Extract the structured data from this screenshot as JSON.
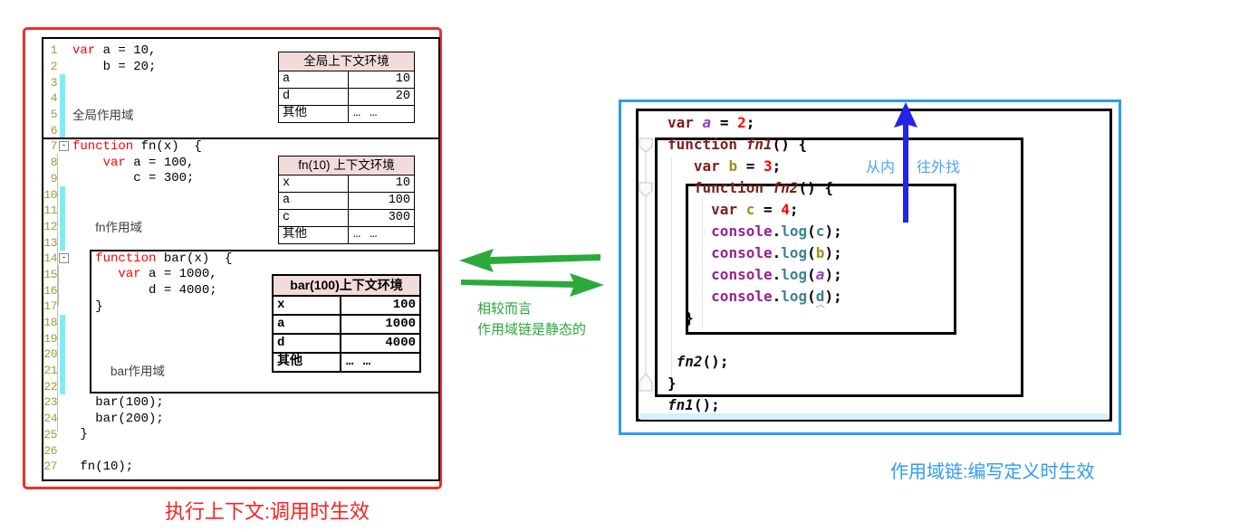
{
  "left": {
    "caption": "执行上下文:调用时生效",
    "editor": {
      "lines": [
        {
          "n": "1",
          "segs": [
            [
              "kw",
              "var"
            ],
            [
              "c",
              " a = 10,"
            ]
          ]
        },
        {
          "n": "2",
          "segs": [
            [
              "c",
              "    b = 20;"
            ]
          ]
        },
        {
          "n": "3",
          "mk": "cy",
          "segs": []
        },
        {
          "n": "4",
          "mk": "cy",
          "segs": []
        },
        {
          "n": "5",
          "mk": "cy",
          "segs": [
            [
              "lbl",
              "全局作用域"
            ]
          ]
        },
        {
          "n": "6",
          "mk": "cy",
          "segs": []
        },
        {
          "n": "7",
          "mk": "fold",
          "segs": [
            [
              "kw",
              "function"
            ],
            [
              "c",
              " fn(x)  {"
            ]
          ]
        },
        {
          "n": "8",
          "segs": [
            [
              "c",
              "    "
            ],
            [
              "kw",
              "var"
            ],
            [
              "c",
              " a = 100,"
            ]
          ]
        },
        {
          "n": "9",
          "segs": [
            [
              "c",
              "        c = 300;"
            ]
          ]
        },
        {
          "n": "10",
          "mk": "cy",
          "segs": []
        },
        {
          "n": "11",
          "mk": "cy",
          "segs": []
        },
        {
          "n": "12",
          "mk": "cy",
          "segs": [
            [
              "c",
              "   "
            ],
            [
              "lbl",
              "fn作用域"
            ]
          ]
        },
        {
          "n": "13",
          "mk": "cy",
          "segs": []
        },
        {
          "n": "14",
          "mk": "fold",
          "segs": [
            [
              "c",
              "   "
            ],
            [
              "kw",
              "function"
            ],
            [
              "c",
              " bar(x)  {"
            ]
          ]
        },
        {
          "n": "15",
          "segs": [
            [
              "c",
              "      "
            ],
            [
              "kw",
              "var"
            ],
            [
              "c",
              " a = 1000,"
            ]
          ]
        },
        {
          "n": "16",
          "segs": [
            [
              "c",
              "          d = 4000;"
            ]
          ]
        },
        {
          "n": "17",
          "segs": [
            [
              "c",
              "   }"
            ]
          ]
        },
        {
          "n": "18",
          "mk": "cy",
          "segs": []
        },
        {
          "n": "19",
          "mk": "cy",
          "segs": []
        },
        {
          "n": "20",
          "mk": "cy",
          "segs": []
        },
        {
          "n": "21",
          "mk": "cy",
          "segs": [
            [
              "c",
              "     "
            ],
            [
              "lbl",
              "bar作用域"
            ]
          ]
        },
        {
          "n": "22",
          "mk": "cy",
          "segs": []
        },
        {
          "n": "23",
          "segs": [
            [
              "c",
              "   bar(100);"
            ]
          ]
        },
        {
          "n": "24",
          "segs": [
            [
              "c",
              "   bar(200);"
            ]
          ]
        },
        {
          "n": "25",
          "segs": [
            [
              "c",
              " }"
            ]
          ]
        },
        {
          "n": "26",
          "segs": []
        },
        {
          "n": "27",
          "segs": [
            [
              "c",
              " fn(10);"
            ]
          ]
        }
      ]
    },
    "tables": [
      {
        "title": "全局上下文环境",
        "rows": [
          [
            "a",
            "10"
          ],
          [
            "d",
            "20"
          ],
          [
            "其他",
            "… …"
          ]
        ]
      },
      {
        "title": "fn(10) 上下文环境",
        "rows": [
          [
            "x",
            "10"
          ],
          [
            "a",
            "100"
          ],
          [
            "c",
            "300"
          ],
          [
            "其他",
            "… …"
          ]
        ]
      },
      {
        "title": "bar(100)上下文环境",
        "rows": [
          [
            "x",
            "100"
          ],
          [
            "a",
            "1000"
          ],
          [
            "d",
            "4000"
          ],
          [
            "其他",
            "… …"
          ]
        ]
      }
    ]
  },
  "middle": {
    "note_line1": "相较而言",
    "note_line2": "作用域链是静态的"
  },
  "right": {
    "caption": "作用域链:编写定义时生效",
    "arrow_label_inner": "从内",
    "arrow_label_outer": "往外找",
    "code": {
      "lines": [
        {
          "segs": [
            [
              "k",
              "var"
            ],
            [
              "p",
              " "
            ],
            [
              "va",
              "a"
            ],
            [
              "p",
              " = "
            ],
            [
              "n",
              "2"
            ],
            [
              "p",
              ";"
            ]
          ]
        },
        {
          "segs": [
            [
              "k",
              "function"
            ],
            [
              "p",
              " "
            ],
            [
              "f",
              "fn1"
            ],
            [
              "p",
              "() {"
            ]
          ]
        },
        {
          "segs": [
            [
              "p",
              "   "
            ],
            [
              "k",
              "var"
            ],
            [
              "p",
              " "
            ],
            [
              "vo",
              "b"
            ],
            [
              "p",
              " = "
            ],
            [
              "n",
              "3"
            ],
            [
              "p",
              ";"
            ]
          ]
        },
        {
          "segs": [
            [
              "p",
              "   "
            ],
            [
              "k",
              "function"
            ],
            [
              "p",
              " "
            ],
            [
              "f",
              "fn2"
            ],
            [
              "p",
              "() {"
            ]
          ]
        },
        {
          "segs": [
            [
              "p",
              "     "
            ],
            [
              "k",
              "var"
            ],
            [
              "p",
              " "
            ],
            [
              "vo",
              "c"
            ],
            [
              "p",
              " = "
            ],
            [
              "n",
              "4"
            ],
            [
              "p",
              ";"
            ]
          ]
        },
        {
          "segs": [
            [
              "p",
              "     "
            ],
            [
              "cs",
              "console"
            ],
            [
              "p",
              "."
            ],
            [
              "lg",
              "log"
            ],
            [
              "p",
              "("
            ],
            [
              "vt",
              "c"
            ],
            [
              "p",
              ");"
            ]
          ]
        },
        {
          "segs": [
            [
              "p",
              "     "
            ],
            [
              "cs",
              "console"
            ],
            [
              "p",
              "."
            ],
            [
              "lg",
              "log"
            ],
            [
              "p",
              "("
            ],
            [
              "vo",
              "b"
            ],
            [
              "p",
              ");"
            ]
          ]
        },
        {
          "segs": [
            [
              "p",
              "     "
            ],
            [
              "cs",
              "console"
            ],
            [
              "p",
              "."
            ],
            [
              "lg",
              "log"
            ],
            [
              "p",
              "("
            ],
            [
              "va",
              "a"
            ],
            [
              "p",
              ");"
            ]
          ]
        },
        {
          "segs": [
            [
              "p",
              "     "
            ],
            [
              "cs",
              "console"
            ],
            [
              "p",
              "."
            ],
            [
              "lg",
              "log"
            ],
            [
              "p",
              "("
            ],
            [
              "sq",
              "d"
            ],
            [
              "p",
              ");"
            ]
          ]
        },
        {
          "segs": [
            [
              "p",
              "  }"
            ]
          ]
        },
        {
          "segs": []
        },
        {
          "segs": [
            [
              "p",
              " "
            ],
            [
              "fc",
              "fn2"
            ],
            [
              "p",
              "();"
            ]
          ]
        },
        {
          "segs": [
            [
              "p",
              "}"
            ]
          ]
        },
        {
          "segs": [
            [
              "fc",
              "fn1"
            ],
            [
              "p",
              "();"
            ]
          ]
        }
      ]
    }
  },
  "colors": {
    "left_border": "#f42c2c",
    "right_border": "#2d9bf0",
    "green_accent": "#27a837",
    "blue_arrow": "#2224e9",
    "table_header_bg": "#f2dcdb",
    "keyword_red": "#ff0000",
    "keyword_maroon": "#7c1f1c",
    "cyan_change_bar": "#7fecf4",
    "line_number": "#9d9d3a"
  }
}
